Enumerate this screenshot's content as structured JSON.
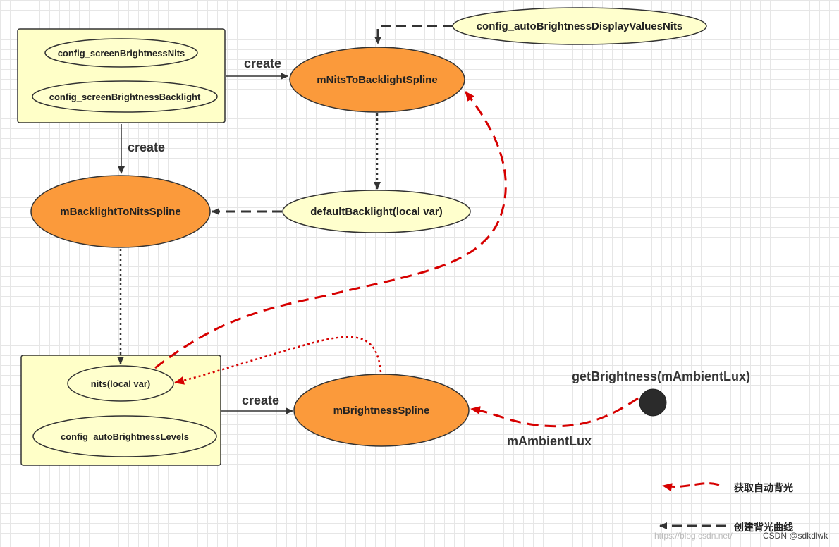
{
  "colors": {
    "box_fill": "#ffffc8",
    "orange_fill": "#fb9a3b",
    "yellow_ellipse_fill": "#ffffcd",
    "create_arrow": "#333333",
    "red_arrow": "#d60000",
    "black_point": "#2b2b2b"
  },
  "config_box_top": {
    "item1": "config_screenBrightnessNits",
    "item2": "config_screenBrightnessBacklight"
  },
  "nodes": {
    "display_values_nits": "config_autoBrightnessDisplayValuesNits",
    "nits_to_backlight": "mNitsToBacklightSpline",
    "backlight_to_nits": "mBacklightToNitsSpline",
    "default_backlight": "defaultBacklight(local var)",
    "brightness_spline": "mBrightnessSpline"
  },
  "config_box_bottom": {
    "item1": "nits(local var)",
    "item2": "config_autoBrightnessLevels"
  },
  "labels": {
    "create_top": "create",
    "create_left": "create",
    "create_bottom": "create",
    "get_brightness": "getBrightness(mAmbientLux)",
    "ambient_lux": "mAmbientLux"
  },
  "legend": {
    "red": "获取自动背光",
    "black": "创建背光曲线"
  },
  "watermark": {
    "csdn": "CSDN @sdkdlwk",
    "url": "https://blog.csdn.net/"
  }
}
